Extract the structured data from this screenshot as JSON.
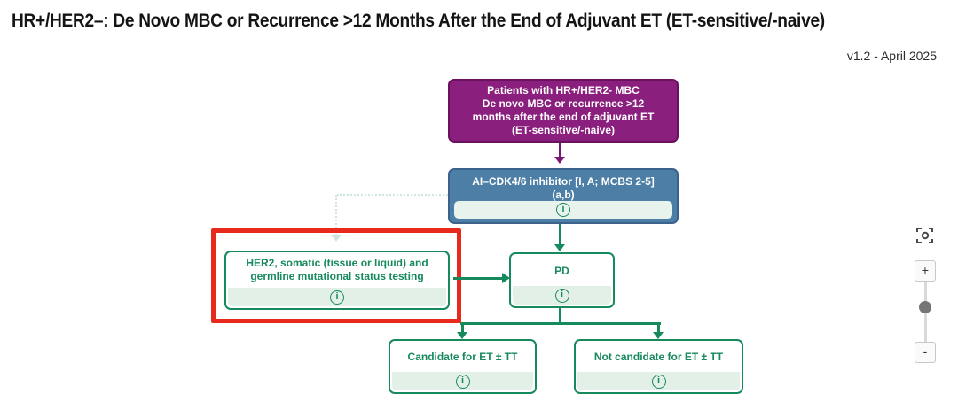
{
  "page": {
    "title": "HR+/HER2–: De Novo MBC or Recurrence >12 Months After the End of Adjuvant ET (ET-sensitive/-naive)",
    "version": "v1.2 - April 2025"
  },
  "flowchart": {
    "patients_box": {
      "line1": "Patients with HR+/HER2- MBC",
      "line2": "De novo MBC or recurrence >12",
      "line3": "months after the end of adjuvant ET",
      "line4": "(ET-sensitive/-naive)"
    },
    "treatment_box": {
      "line1": "AI–CDK4/6 inhibitor [I, A; MCBS 2-5]",
      "line2": "(a,b)"
    },
    "testing_box": {
      "line1": "HER2, somatic (tissue or liquid) and",
      "line2": "germline mutational status testing"
    },
    "pd_box": {
      "label": "PD"
    },
    "candidate_box": {
      "label": "Candidate for ET ± TT"
    },
    "not_candidate_box": {
      "label": "Not candidate for ET ± TT"
    }
  },
  "icons": {
    "info_glyph": "i"
  },
  "controls": {
    "zoom_in": "+",
    "zoom_out": "-"
  },
  "colors": {
    "node_purple": "#8a1f7d",
    "node_blue": "#4d7fa6",
    "brand_green": "#178a5d",
    "mint_footer": "#e2f0e8",
    "highlight_red": "#e82a1e",
    "faded_connector": "#cfe7db"
  }
}
